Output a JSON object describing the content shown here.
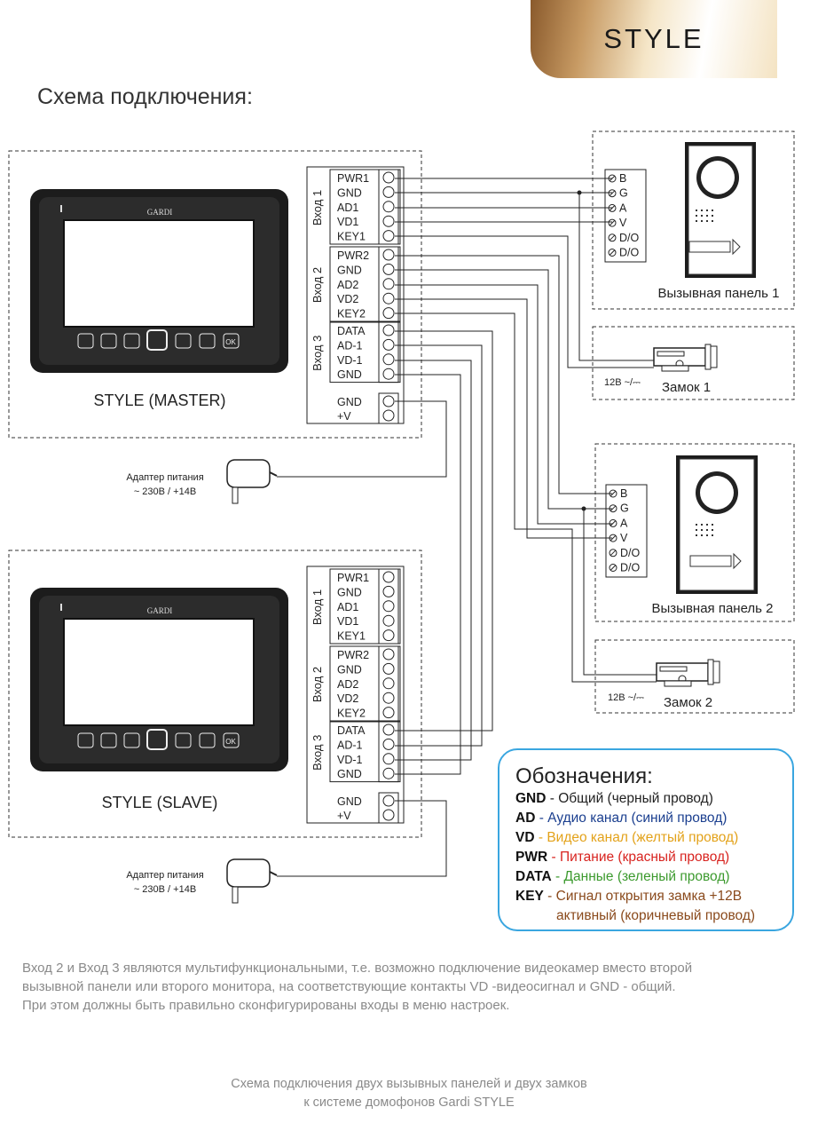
{
  "brand": "STYLE",
  "heading": "Схема подключения:",
  "monitor_logo": "GARDI",
  "monitors": {
    "master": {
      "label": "STYLE (MASTER)"
    },
    "slave": {
      "label": "STYLE (SLAVE)"
    }
  },
  "terminals": {
    "input1_title": "Вход 1",
    "input2_title": "Вход 2",
    "input3_title": "Вход 3",
    "input1_pins": [
      "PWR1",
      "GND",
      "AD1",
      "VD1",
      "KEY1"
    ],
    "input2_pins": [
      "PWR2",
      "GND",
      "AD2",
      "VD2",
      "KEY2"
    ],
    "input3_pins": [
      "DATA",
      "AD-1",
      "VD-1",
      "GND"
    ],
    "power_pins": [
      "GND",
      "+V"
    ]
  },
  "panel_pins": [
    "B",
    "G",
    "A",
    "V",
    "D/O",
    "D/O"
  ],
  "call_panel_1": "Вызывная панель 1",
  "call_panel_2": "Вызывная панель 2",
  "lock_1": "Замок 1",
  "lock_2": "Замок 2",
  "lock_voltage": "12В ~/⎓",
  "adapter_line1": "Адаптер питания",
  "adapter_line2": "~ 230В / +14В",
  "legend": {
    "title": "Обозначения:",
    "rows": [
      {
        "key": "GND",
        "desc": " - Общий (черный провод)",
        "color": "#222222"
      },
      {
        "key": "AD",
        "desc": " - Аудио канал (синий провод)",
        "color": "#1b3f8f"
      },
      {
        "key": "VD",
        "desc": " - Видео канал (желтый провод)",
        "color": "#e3a21a"
      },
      {
        "key": "PWR",
        "desc": " - Питание (красный провод)",
        "color": "#d8231f"
      },
      {
        "key": "DATA",
        "desc": " - Данные (зеленый провод)",
        "color": "#3c9a2e"
      },
      {
        "key": "KEY",
        "desc": " - Сигнал открытия замка +12В",
        "color": "#8a4a1c"
      }
    ],
    "key_cont": "активный (коричневый провод)"
  },
  "note_lines": [
    "Вход 2 и Вход 3 являются мультифункциональными, т.е. возможно подключение видеокамер вместо второй",
    "вызывной панели или второго монитора, на соответствующие контакты VD -видеосигнал и GND - общий.",
    "При этом  должны  быть   правильно  сконфигурированы  входы в меню  настроек."
  ],
  "footer_line1": "Схема подключения двух вызывных панелей и двух замков",
  "footer_line2": "к системе домофонов Gardi STYLE"
}
